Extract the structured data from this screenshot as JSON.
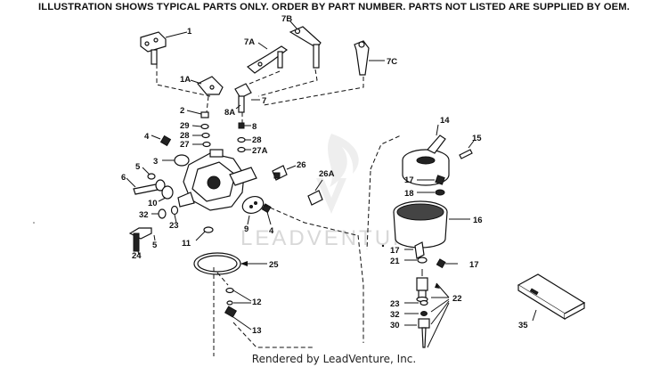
{
  "header": {
    "notice": "ILLUSTRATION SHOWS TYPICAL PARTS ONLY. ORDER BY PART NUMBER. PARTS NOT LISTED ARE SUPPLIED BY OEM."
  },
  "watermark": {
    "text": "LEADVENTURE"
  },
  "footer": {
    "credit": "Rendered by LeadVenture, Inc."
  },
  "callouts": {
    "c1": "1",
    "c1A": "1A",
    "c2": "2",
    "c3": "3",
    "c4a": "4",
    "c4b": "4",
    "c5a": "5",
    "c5b": "5",
    "c6": "6",
    "c7": "7",
    "c7A": "7A",
    "c7B": "7B",
    "c7C": "7C",
    "c8": "8",
    "c8A": "8A",
    "c9": "9",
    "c10": "10",
    "c11": "11",
    "c12": "12",
    "c13": "13",
    "c14": "14",
    "c15": "15",
    "c16": "16",
    "c17a": "17",
    "c17b": "17",
    "c17c": "17",
    "c18": "18",
    "c21": "21",
    "c22": "22",
    "c23a": "23",
    "c23b": "23",
    "c24": "24",
    "c25": "25",
    "c26": "26",
    "c26A": "26A",
    "c27": "27",
    "c27A": "27A",
    "c28a": "28",
    "c28b": "28",
    "c29": "29",
    "c30": "30",
    "c32a": "32",
    "c32b": "32",
    "c35": "35"
  }
}
